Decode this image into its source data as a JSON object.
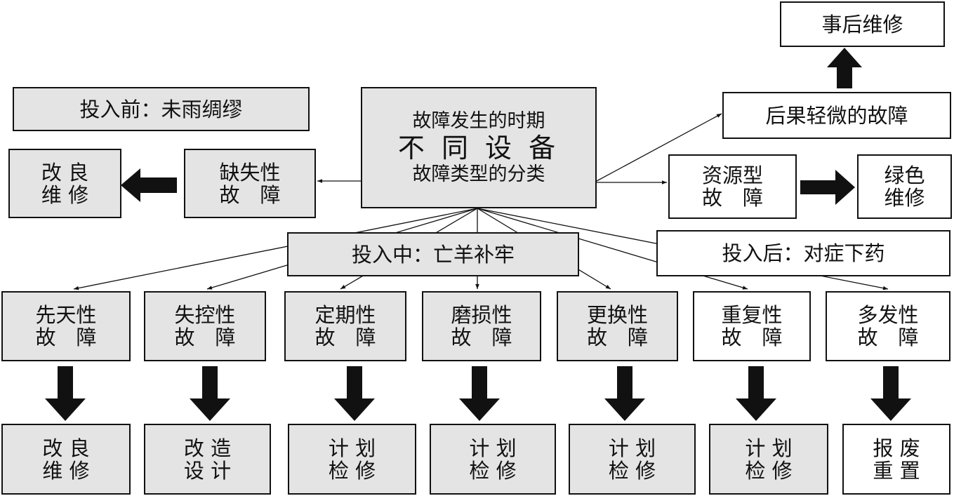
{
  "center": {
    "line1": "故障发生的时期",
    "line2": "不 同 设 备",
    "line3": "故障类型的分类"
  },
  "phases": {
    "before": "投入前：未雨绸缪",
    "during": "投入中：亡羊补牢",
    "after": "投入后：对症下药"
  },
  "left_branch": {
    "fault": [
      "缺失性",
      "故　障"
    ],
    "action": [
      "改 良",
      "维 修"
    ]
  },
  "right_branch": {
    "minor_fault": "后果轻微的故障",
    "minor_action": "事后维修",
    "resource_fault": [
      "资源型",
      "故　障"
    ],
    "resource_action": [
      "绿色",
      "维修"
    ]
  },
  "faults": [
    {
      "name": [
        "先天性",
        "故　障"
      ],
      "action": [
        "改 良",
        "维 修"
      ]
    },
    {
      "name": [
        "失控性",
        "故　障"
      ],
      "action": [
        "改 造",
        "设 计"
      ]
    },
    {
      "name": [
        "定期性",
        "故　障"
      ],
      "action": [
        "计 划",
        "检 修"
      ]
    },
    {
      "name": [
        "磨损性",
        "故　障"
      ],
      "action": [
        "计 划",
        "检 修"
      ]
    },
    {
      "name": [
        "更换性",
        "故　障"
      ],
      "action": [
        "计 划",
        "检 修"
      ]
    },
    {
      "name": [
        "重复性",
        "故　障"
      ],
      "action": [
        "计 划",
        "检 修"
      ]
    },
    {
      "name": [
        "多发性",
        "故　障"
      ],
      "action": [
        "报 废",
        "重 置"
      ]
    }
  ]
}
